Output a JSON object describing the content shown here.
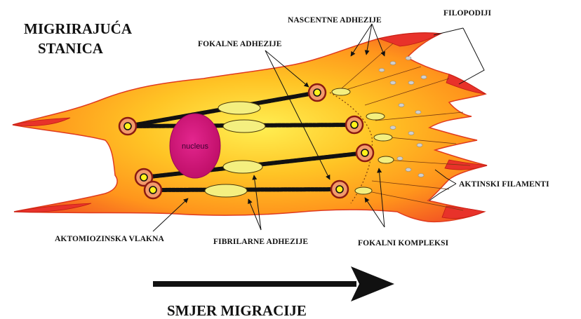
{
  "title": {
    "line1": "MIGRIRAJUĆA",
    "line2": "STANICA"
  },
  "labels": {
    "nascentne_adhezije": "NASCENTNE ADHEZIJE",
    "filopodiji": "FILOPODIJI",
    "fokalne_adhezije": "FOKALNE  ADHEZIJE",
    "aktinski_filamenti": "AKTINSKI FILAMENTI",
    "aktomiozinska_vlakna": "AKTOMIOZINSKA VLAKNA",
    "fibrilarne_adhezije": "FIBRILARNE ADHEZIJE",
    "fokalni_kompleksi": "FOKALNI KOMPLEKSI"
  },
  "nucleus_label": "nucleus",
  "direction_label": "SMJER MIGRACIJE",
  "colors": {
    "cell_core": "#ffe23a",
    "cell_mid": "#ffb21a",
    "cell_edge": "#ef3a28",
    "nucleus": "#d3187a",
    "adhesion_ring": "#b3201c",
    "adhesion_core": "#fff21a",
    "fibrillar": "#f6f07a",
    "fiber": "#111111"
  }
}
